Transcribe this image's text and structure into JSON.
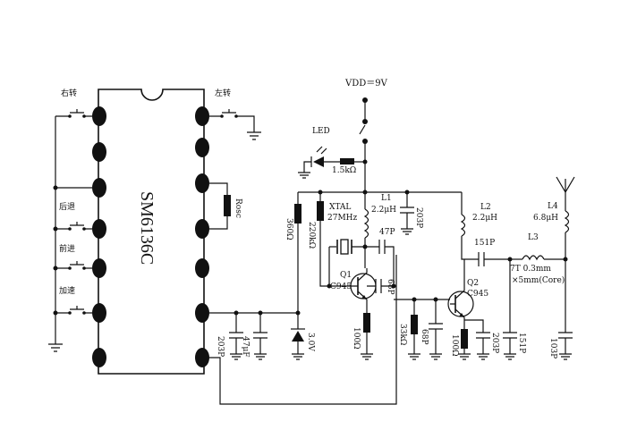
{
  "chip": {
    "label": "SM6136C"
  },
  "supply": {
    "label": "VDD＝9V"
  },
  "led": {
    "label": "LED"
  },
  "switches": {
    "left_top": "右转",
    "right_top": "左转",
    "back": "后退",
    "fwd": "前进",
    "accel": "加速"
  },
  "components": {
    "r_osc": "Rosc",
    "c_203_left": "203P",
    "c_47uf": "47μF",
    "d_3v": "3.0V",
    "r_360": "360Ω",
    "r_220k": "220kΩ",
    "r_1k5": "1.5kΩ",
    "xtal_a": "XTAL",
    "xtal_b": "27MHz",
    "l1_name": "L1",
    "l1_val": "2.2μH",
    "c_203_top": "203P",
    "c_47p": "47P",
    "q1": "Q1",
    "q1_part": "C945",
    "c_68p_a": "68P",
    "r_100_a": "100Ω",
    "r_33k": "33kΩ",
    "c_68p_b": "68P",
    "r_100_b": "100Ω",
    "q2": "Q2",
    "q2_part": "C945",
    "l2_name": "L2",
    "l2_val": "2.2μH",
    "c_151p_a": "151P",
    "c_203_bot": "203P",
    "l3": "L3",
    "l3_spec_a": "7T 0.3mm",
    "l3_spec_b": "×5mm(Core)",
    "c_151p_b": "151P",
    "l4_name": "L4",
    "l4_val": "6.8μH",
    "c_103p": "103P"
  }
}
